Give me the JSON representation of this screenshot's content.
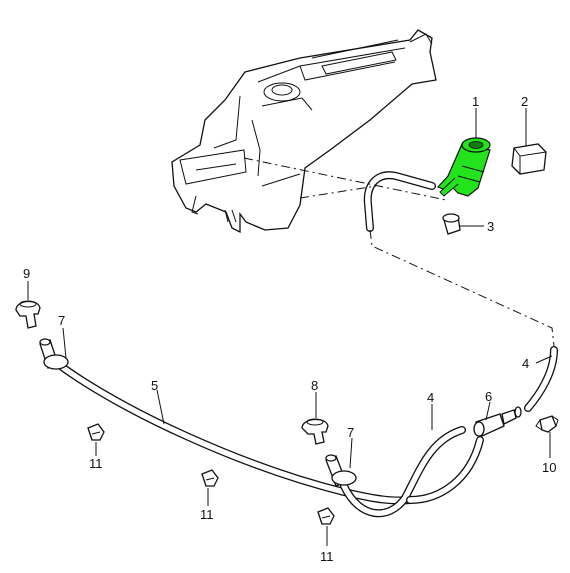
{
  "colors": {
    "highlight": "#22e31c",
    "line": "#111111",
    "background": "#ffffff"
  },
  "callouts": {
    "pump": "1",
    "cap": "2",
    "grommet": "3",
    "hose_top": "4",
    "hose_main": "5",
    "check_valve": "6",
    "nozzle_left_7": "7",
    "nozzle_right_7": "7",
    "nozzle_8": "8",
    "nozzle_9": "9",
    "clip_10": "10",
    "hose_lower": "4",
    "clip_11_a": "11",
    "clip_11_b": "11",
    "clip_11_c": "11"
  }
}
